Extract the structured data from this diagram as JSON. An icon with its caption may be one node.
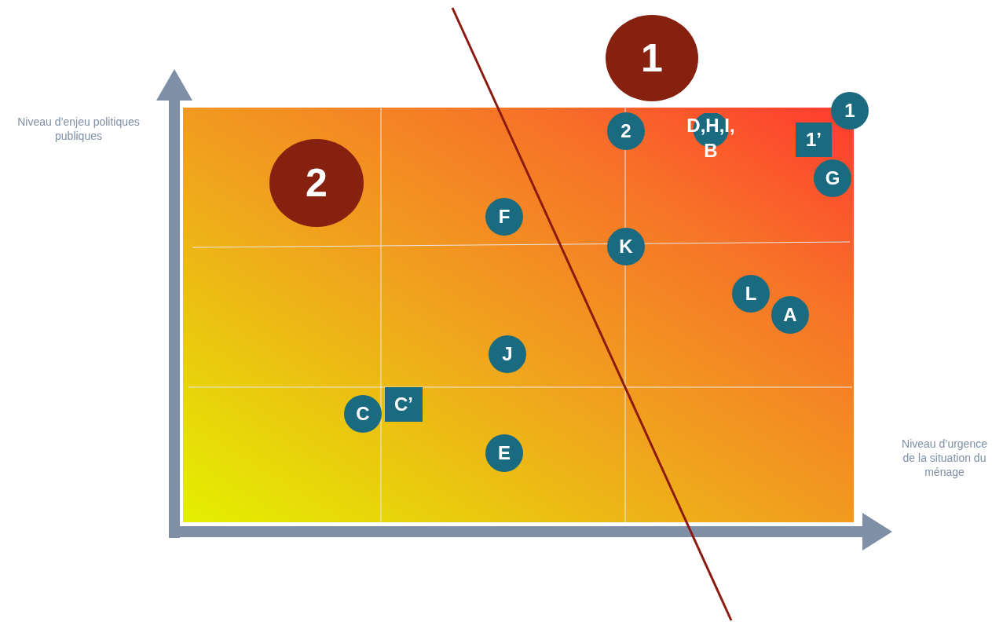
{
  "diagram": {
    "nodes": [
      {
        "text": [
          "1"
        ]
      },
      {
        "text": [
          "1"
        ]
      },
      {
        "text": [
          "2"
        ]
      },
      {
        "text": [
          "D,H,I, B"
        ]
      },
      {
        "text": [
          "1’"
        ]
      },
      {
        "text": [
          "2"
        ]
      },
      {
        "text": [
          "G"
        ]
      },
      {
        "text": [
          "F"
        ]
      },
      {
        "text": [
          "K"
        ]
      },
      {
        "text": [
          "L"
        ]
      },
      {
        "text": [
          "A"
        ]
      },
      {
        "text": [
          "J"
        ]
      },
      {
        "text": [
          "C’"
        ]
      },
      {
        "text": [
          "C"
        ]
      },
      {
        "text": [
          "E"
        ]
      }
    ],
    "edges": [],
    "labels": [
      "Niveau d’enjeu politiques publiques",
      "Niveau d’urgence de la situation du ménage"
    ]
  }
}
